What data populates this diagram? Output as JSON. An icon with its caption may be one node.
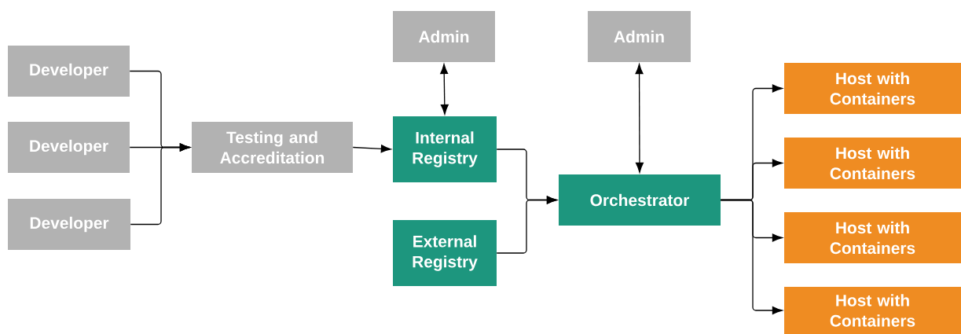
{
  "diagram": {
    "nodes": [
      {
        "text": [
          "Developer"
        ]
      },
      {
        "text": [
          "Developer"
        ]
      },
      {
        "text": [
          "Developer"
        ]
      },
      {
        "text": [
          "Testing and Accreditation"
        ]
      },
      {
        "text": [
          "Admin"
        ]
      },
      {
        "text": [
          "Internal Registry"
        ]
      },
      {
        "text": [
          "External Registry"
        ]
      },
      {
        "text": [
          "Admin"
        ]
      },
      {
        "text": [
          "Orchestrator"
        ]
      },
      {
        "text": [
          "Host with Containers"
        ]
      },
      {
        "text": [
          "Host with Containers"
        ]
      },
      {
        "text": [
          "Host with Containers"
        ]
      },
      {
        "text": [
          "Host with Containers"
        ]
      }
    ],
    "edges": [
      {
        "from": 0,
        "to": 3,
        "arrow": "to"
      },
      {
        "from": 1,
        "to": 3,
        "arrow": "to"
      },
      {
        "from": 2,
        "to": 3,
        "arrow": "to"
      },
      {
        "from": 3,
        "to": 5,
        "arrow": "to"
      },
      {
        "from": 4,
        "to": 5,
        "arrow": "both"
      },
      {
        "from": 5,
        "to": 8,
        "arrow": "to"
      },
      {
        "from": 6,
        "to": 8,
        "arrow": "to"
      },
      {
        "from": 7,
        "to": 8,
        "arrow": "both"
      },
      {
        "from": 8,
        "to": 9,
        "arrow": "to"
      },
      {
        "from": 8,
        "to": 10,
        "arrow": "to"
      },
      {
        "from": 8,
        "to": 11,
        "arrow": "to"
      },
      {
        "from": 8,
        "to": 12,
        "arrow": "to"
      }
    ]
  }
}
